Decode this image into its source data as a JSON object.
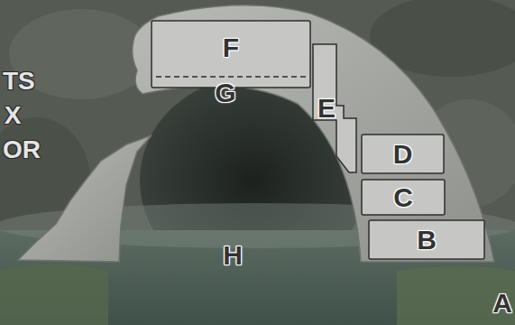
{
  "diagram": {
    "nodes": [
      {
        "text": [
          "F"
        ]
      },
      {
        "text": [
          "E"
        ]
      },
      {
        "text": [
          "D"
        ]
      },
      {
        "text": [
          "C"
        ]
      },
      {
        "text": [
          "B"
        ]
      }
    ],
    "labels": [
      "G",
      "H",
      "A",
      "TS",
      "X",
      "OR"
    ]
  }
}
